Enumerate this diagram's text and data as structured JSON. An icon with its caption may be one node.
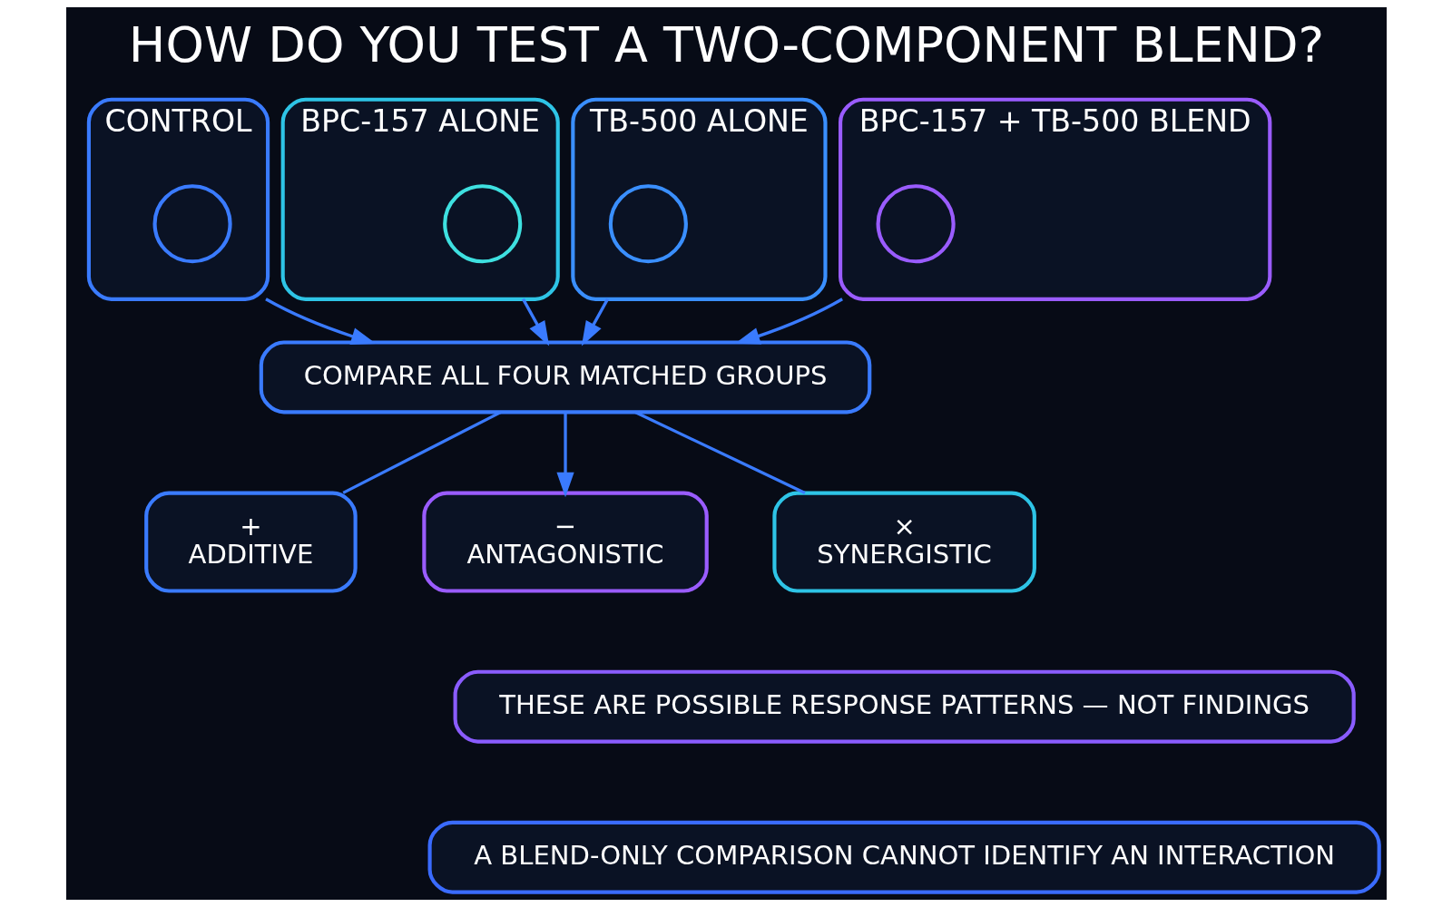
{
  "diagram": {
    "title": "HOW DO YOU TEST A TWO-COMPONENT BLEND?",
    "nodes": [
      {
        "text": [
          "CONTROL"
        ]
      },
      {
        "text": [],
        "shape": "circle",
        "in": 0
      },
      {
        "text": [
          "BPC-157 ALONE"
        ]
      },
      {
        "text": [],
        "shape": "circle",
        "in": 2
      },
      {
        "text": [
          "TB-500 ALONE"
        ]
      },
      {
        "text": [],
        "shape": "circle",
        "in": 4
      },
      {
        "text": [
          "BPC-157 + TB-500 BLEND"
        ]
      },
      {
        "text": [],
        "shape": "circle",
        "in": 6
      },
      {
        "text": [
          "COMPARE ALL FOUR MATCHED GROUPS"
        ]
      },
      {
        "text": [
          "+",
          "ADDITIVE"
        ]
      },
      {
        "text": [
          "−",
          "ANTAGONISTIC"
        ]
      },
      {
        "text": [
          "×",
          "SYNERGISTIC"
        ]
      },
      {
        "text": [
          "THESE ARE POSSIBLE RESPONSE PATTERNS — NOT FINDINGS"
        ]
      },
      {
        "text": [
          "A BLEND-ONLY COMPARISON CANNOT IDENTIFY AN INTERACTION"
        ]
      }
    ],
    "edges": [
      {
        "from": 0,
        "to": 8,
        "arrow": "to"
      },
      {
        "from": 2,
        "to": 8,
        "arrow": "to"
      },
      {
        "from": 4,
        "to": 8,
        "arrow": "to"
      },
      {
        "from": 6,
        "to": 8,
        "arrow": "to"
      },
      {
        "from": 8,
        "to": 9,
        "arrow": "none"
      },
      {
        "from": 8,
        "to": 10,
        "arrow": "to"
      },
      {
        "from": 8,
        "to": 11,
        "arrow": "none"
      }
    ]
  }
}
